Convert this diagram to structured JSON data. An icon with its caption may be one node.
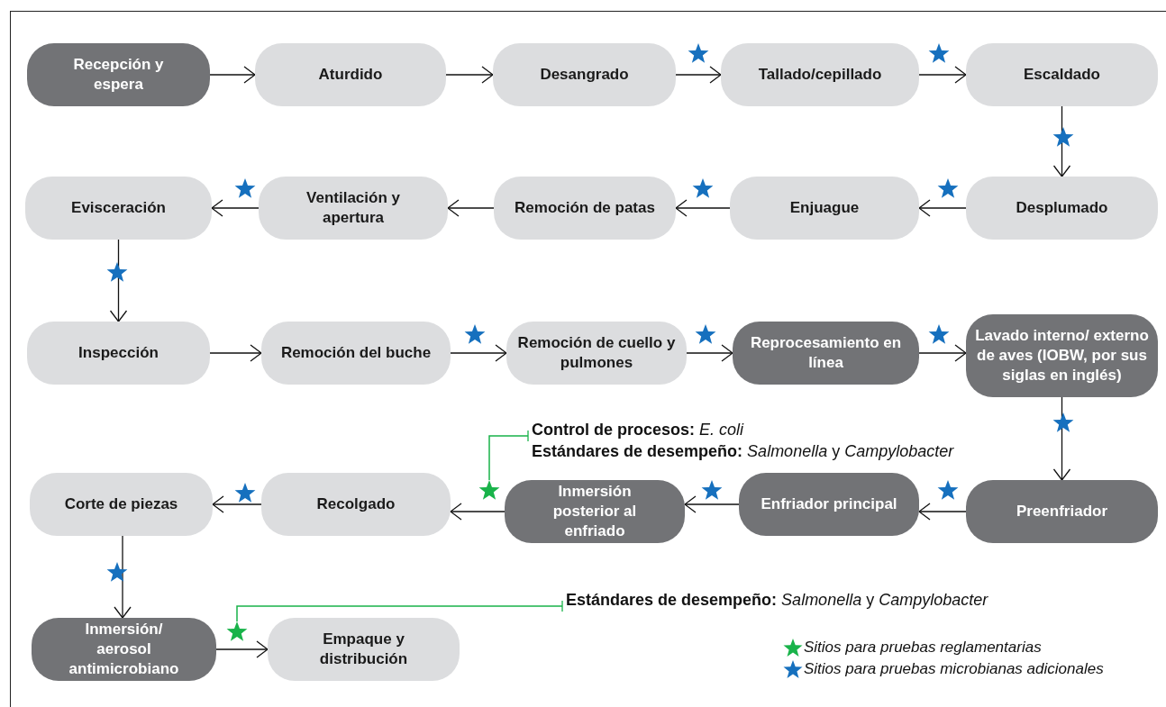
{
  "diagram": {
    "nodes": [
      {
        "text": [
          "Recepción y espera"
        ]
      },
      {
        "text": [
          "Aturdido"
        ]
      },
      {
        "text": [
          "Desangrado"
        ]
      },
      {
        "text": [
          "Tallado/cepillado"
        ]
      },
      {
        "text": [
          "Escaldado"
        ]
      },
      {
        "text": [
          "Desplumado"
        ]
      },
      {
        "text": [
          "Enjuague"
        ]
      },
      {
        "text": [
          "Remoción de patas"
        ]
      },
      {
        "text": [
          "Ventilación y apertura"
        ]
      },
      {
        "text": [
          "Evisceración"
        ]
      },
      {
        "text": [
          "Inspección"
        ]
      },
      {
        "text": [
          "Remoción del buche"
        ]
      },
      {
        "text": [
          "Remoción de cuello y pulmones"
        ]
      },
      {
        "text": [
          "Reprocesamiento en línea"
        ]
      },
      {
        "text": [
          "Lavado interno/ externo de aves (IOBW, por sus siglas en inglés)"
        ]
      },
      {
        "text": [
          "Preenfriador"
        ]
      },
      {
        "text": [
          "Enfriador principal"
        ]
      },
      {
        "text": [
          "Inmersión posterior al enfriado"
        ]
      },
      {
        "text": [
          "Recolgado"
        ]
      },
      {
        "text": [
          "Corte de piezas"
        ]
      },
      {
        "text": [
          "Inmersión/ aerosol antimicrobiano"
        ]
      },
      {
        "text": [
          "Empaque y distribución"
        ]
      },
      {
        "text": [
          "**Control de procesos:** *E. coli*",
          "**Estándares de desempeño:** *Salmonella* y *Campylobacter*"
        ]
      },
      {
        "text": [
          "**Estándares de desempeño:** *Salmonella* y *Campylobacter*"
        ]
      },
      {
        "text": [],
        "shape": "star"
      },
      {
        "text": [],
        "shape": "star"
      }
    ],
    "edges": [
      {
        "from": 0,
        "to": 1,
        "arrow": "to"
      },
      {
        "from": 1,
        "to": 2,
        "arrow": "to"
      },
      {
        "from": 2,
        "to": 3,
        "arrow": "to"
      },
      {
        "from": 3,
        "to": 4,
        "arrow": "to"
      },
      {
        "from": 4,
        "to": 5,
        "arrow": "to"
      },
      {
        "from": 5,
        "to": 6,
        "arrow": "to"
      },
      {
        "from": 6,
        "to": 7,
        "arrow": "to"
      },
      {
        "from": 7,
        "to": 8,
        "arrow": "to"
      },
      {
        "from": 8,
        "to": 9,
        "arrow": "to"
      },
      {
        "from": 9,
        "to": 10,
        "arrow": "to"
      },
      {
        "from": 10,
        "to": 11,
        "arrow": "to"
      },
      {
        "from": 11,
        "to": 12,
        "arrow": "to"
      },
      {
        "from": 12,
        "to": 13,
        "arrow": "to"
      },
      {
        "from": 13,
        "to": 14,
        "arrow": "to"
      },
      {
        "from": 14,
        "to": 15,
        "arrow": "to"
      },
      {
        "from": 15,
        "to": 16,
        "arrow": "to"
      },
      {
        "from": 16,
        "to": 17,
        "arrow": "to"
      },
      {
        "from": 17,
        "to": 18,
        "arrow": "to"
      },
      {
        "from": 18,
        "to": 19,
        "arrow": "to"
      },
      {
        "from": 19,
        "to": 20,
        "arrow": "to"
      },
      {
        "from": 20,
        "to": 21,
        "arrow": "to"
      },
      {
        "from": 22,
        "to": 24,
        "arrow": "none",
        "color": "#19b34a"
      },
      {
        "from": 23,
        "to": 25,
        "arrow": "none",
        "color": "#19b34a"
      }
    ],
    "legend": [
      {
        "text": "Sitios para pruebas reglamentarias"
      },
      {
        "text": "Sitios para pruebas microbianas adicionales"
      }
    ]
  }
}
